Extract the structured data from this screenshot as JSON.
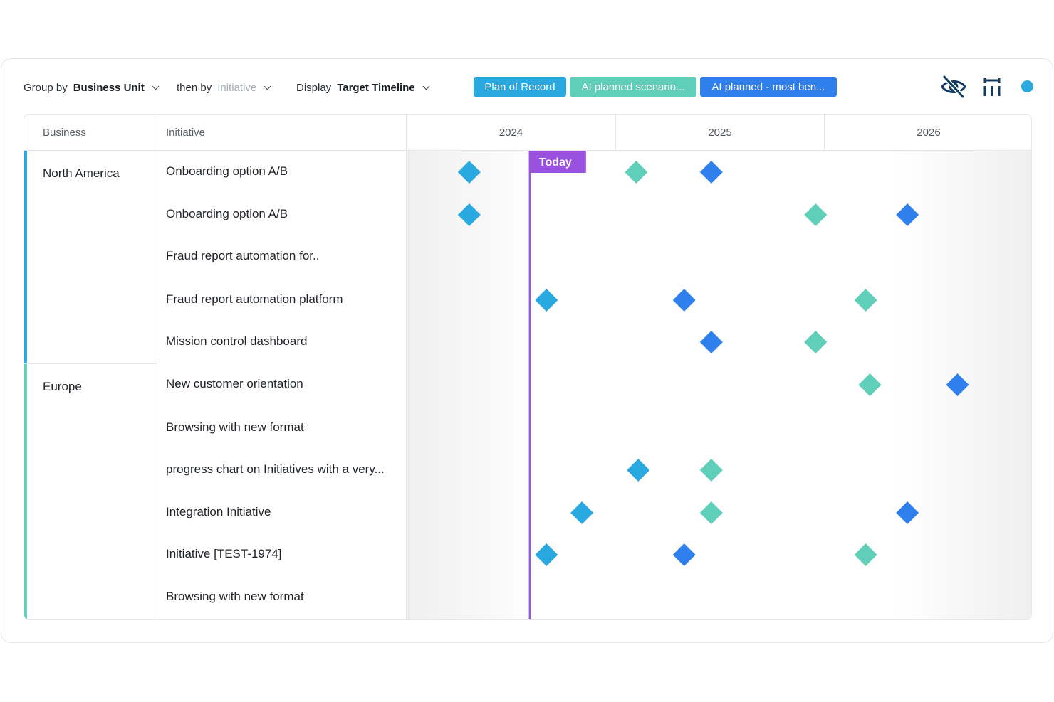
{
  "toolbar": {
    "group_by_label": "Group by",
    "group_by_value": "Business Unit",
    "then_by_label": "then by",
    "then_by_value": "Initiative",
    "display_label": "Display",
    "display_value": "Target Timeline",
    "scenarios": [
      {
        "label": "Plan of Record",
        "color": "#2aa8e0"
      },
      {
        "label": "AI planned scenario...",
        "color": "#5fcfb9"
      },
      {
        "label": "AI planned - most ben...",
        "color": "#2f80ed"
      }
    ],
    "icons": [
      "eye-off-icon",
      "columns-icon",
      "status-dot"
    ]
  },
  "grid": {
    "headers": {
      "business": "Business",
      "initiative": "Initiative"
    },
    "years": [
      "2024",
      "2025",
      "2026"
    ],
    "today_label": "Today",
    "today_position": 0.59,
    "today_color": "#9b51e0",
    "businesses": [
      {
        "name": "North America",
        "color": "#2aa8e0",
        "rows": 5
      },
      {
        "name": "Europe",
        "color": "#5fcfb9",
        "rows": 6
      }
    ],
    "rows": [
      {
        "initiative": "Onboarding option A/B",
        "milestones": [
          {
            "series": 0,
            "t": 0.3
          },
          {
            "series": 1,
            "t": 1.1
          },
          {
            "series": 2,
            "t": 1.46
          }
        ]
      },
      {
        "initiative": "Onboarding option A/B",
        "milestones": [
          {
            "series": 0,
            "t": 0.3
          },
          {
            "series": 1,
            "t": 1.96
          },
          {
            "series": 2,
            "t": 2.4
          }
        ]
      },
      {
        "initiative": "Fraud report automation for..",
        "milestones": []
      },
      {
        "initiative": "Fraud report automation platform",
        "milestones": [
          {
            "series": 0,
            "t": 0.67
          },
          {
            "series": 2,
            "t": 1.33
          },
          {
            "series": 1,
            "t": 2.2
          }
        ]
      },
      {
        "initiative": "Mission control dashboard",
        "milestones": [
          {
            "series": 2,
            "t": 1.46
          },
          {
            "series": 1,
            "t": 1.96
          }
        ]
      },
      {
        "initiative": "New customer orientation",
        "milestones": [
          {
            "series": 1,
            "t": 2.22
          },
          {
            "series": 2,
            "t": 2.64
          }
        ]
      },
      {
        "initiative": "Browsing with new format",
        "milestones": []
      },
      {
        "initiative": "progress chart on Initiatives with a very...",
        "milestones": [
          {
            "series": 0,
            "t": 1.11
          },
          {
            "series": 1,
            "t": 1.46
          }
        ]
      },
      {
        "initiative": "Integration Initiative",
        "milestones": [
          {
            "series": 0,
            "t": 0.84
          },
          {
            "series": 1,
            "t": 1.46
          },
          {
            "series": 2,
            "t": 2.4
          }
        ]
      },
      {
        "initiative": "Initiative [TEST-1974]",
        "milestones": [
          {
            "series": 0,
            "t": 0.67
          },
          {
            "series": 2,
            "t": 1.33
          },
          {
            "series": 1,
            "t": 2.2
          }
        ]
      },
      {
        "initiative": "Browsing with new format",
        "milestones": []
      }
    ]
  }
}
